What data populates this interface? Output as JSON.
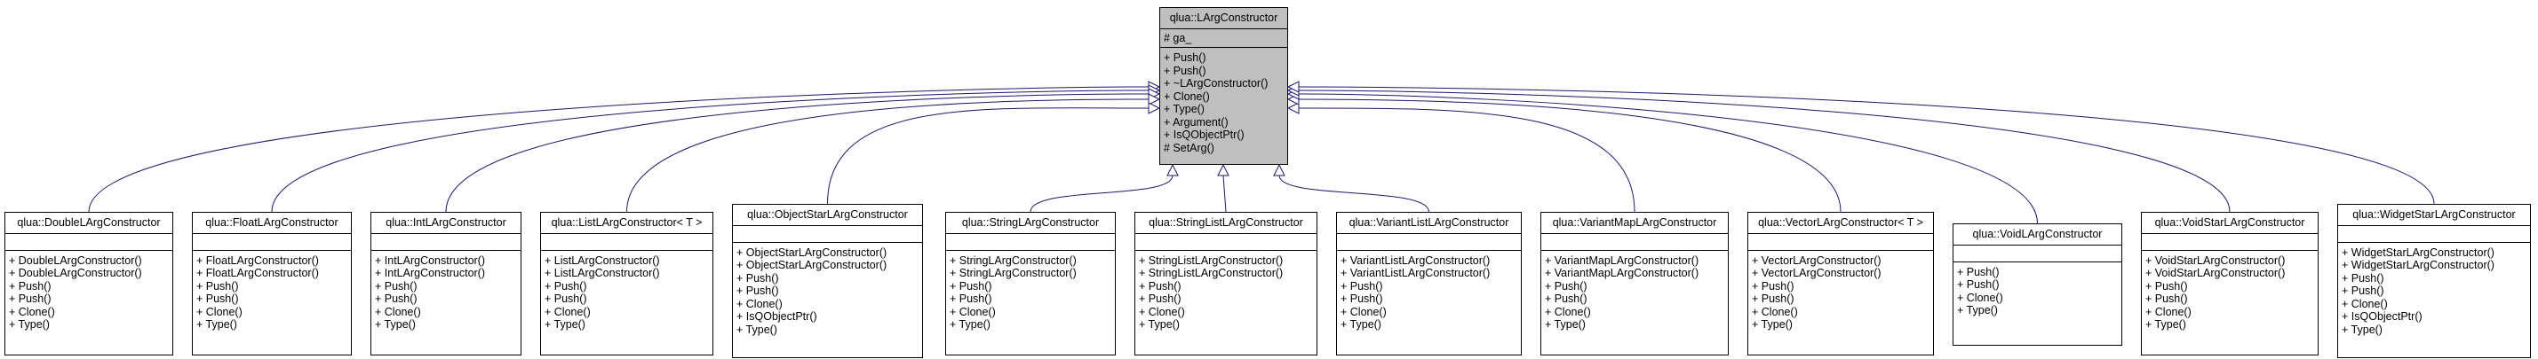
{
  "colors": {
    "edge": "#191970",
    "base_fill": "#bfbfbf",
    "box_fill": "#ffffff",
    "border": "#000000"
  },
  "base": {
    "title": "qlua::LArgConstructor",
    "attributes": [
      "# ga_"
    ],
    "methods": [
      "+ Push()",
      "+ Push()",
      "+ ~LArgConstructor()",
      "+ Clone()",
      "+ Type()",
      "+ Argument()",
      "+ IsQObjectPtr()",
      "# SetArg()"
    ]
  },
  "derived": [
    {
      "title": "qlua::DoubleLArgConstructor",
      "methods": [
        "+ DoubleLArgConstructor()",
        "+ DoubleLArgConstructor()",
        "+ Push()",
        "+ Push()",
        "+ Clone()",
        "+ Type()"
      ]
    },
    {
      "title": "qlua::FloatLArgConstructor",
      "methods": [
        "+ FloatLArgConstructor()",
        "+ FloatLArgConstructor()",
        "+ Push()",
        "+ Push()",
        "+ Clone()",
        "+ Type()"
      ]
    },
    {
      "title": "qlua::IntLArgConstructor",
      "methods": [
        "+ IntLArgConstructor()",
        "+ IntLArgConstructor()",
        "+ Push()",
        "+ Push()",
        "+ Clone()",
        "+ Type()"
      ]
    },
    {
      "title": "qlua::ListLArgConstructor< T >",
      "methods": [
        "+ ListLArgConstructor()",
        "+ ListLArgConstructor()",
        "+ Push()",
        "+ Push()",
        "+ Clone()",
        "+ Type()"
      ]
    },
    {
      "title": "qlua::ObjectStarLArgConstructor",
      "methods": [
        "+ ObjectStarLArgConstructor()",
        "+ ObjectStarLArgConstructor()",
        "+ Push()",
        "+ Push()",
        "+ Clone()",
        "+ IsQObjectPtr()",
        "+ Type()"
      ]
    },
    {
      "title": "qlua::StringLArgConstructor",
      "methods": [
        "+ StringLArgConstructor()",
        "+ StringLArgConstructor()",
        "+ Push()",
        "+ Push()",
        "+ Clone()",
        "+ Type()"
      ]
    },
    {
      "title": "qlua::StringListLArgConstructor",
      "methods": [
        "+ StringListLArgConstructor()",
        "+ StringListLArgConstructor()",
        "+ Push()",
        "+ Push()",
        "+ Clone()",
        "+ Type()"
      ]
    },
    {
      "title": "qlua::VariantListLArgConstructor",
      "methods": [
        "+ VariantListLArgConstructor()",
        "+ VariantListLArgConstructor()",
        "+ Push()",
        "+ Push()",
        "+ Clone()",
        "+ Type()"
      ]
    },
    {
      "title": "qlua::VariantMapLArgConstructor",
      "methods": [
        "+ VariantMapLArgConstructor()",
        "+ VariantMapLArgConstructor()",
        "+ Push()",
        "+ Push()",
        "+ Clone()",
        "+ Type()"
      ]
    },
    {
      "title": "qlua::VectorLArgConstructor< T >",
      "methods": [
        "+ VectorLArgConstructor()",
        "+ VectorLArgConstructor()",
        "+ Push()",
        "+ Push()",
        "+ Clone()",
        "+ Type()"
      ]
    },
    {
      "title": "qlua::VoidLArgConstructor",
      "methods": [
        "+ Push()",
        "+ Push()",
        "+ Clone()",
        "+ Type()"
      ]
    },
    {
      "title": "qlua::VoidStarLArgConstructor",
      "methods": [
        "+ VoidStarLArgConstructor()",
        "+ VoidStarLArgConstructor()",
        "+ Push()",
        "+ Push()",
        "+ Clone()",
        "+ Type()"
      ]
    },
    {
      "title": "qlua::WidgetStarLArgConstructor",
      "methods": [
        "+ WidgetStarLArgConstructor()",
        "+ WidgetStarLArgConstructor()",
        "+ Push()",
        "+ Push()",
        "+ Clone()",
        "+ IsQObjectPtr()",
        "+ Type()"
      ]
    }
  ]
}
